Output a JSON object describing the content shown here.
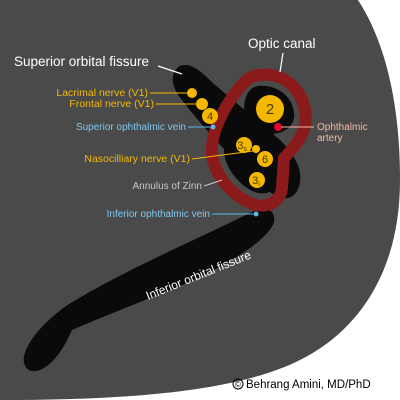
{
  "diagram": {
    "labels": {
      "superior_orbital_fissure": "Superior orbital fissure",
      "optic_canal": "Optic canal",
      "lacrimal_nerve": "Lacrimal nerve (V1)",
      "frontal_nerve": "Frontal nerve (V1)",
      "superior_ophthalmic_vein": "Superior ophthalmic vein",
      "ophthalmic_artery_line1": "Ophthalmic",
      "ophthalmic_artery_line2": "artery",
      "nasociliary_nerve": "Nasocilliary nerve (V1)",
      "annulus_of_zinn": "Annulus of Zinn",
      "inferior_ophthalmic_vein": "Inferior ophthalmic vein",
      "inferior_orbital_fissure": "Inferior orbital fissure",
      "credit": "Behrang Amini, MD/PhD",
      "copyright_symbol": "©"
    },
    "nerve_numbers": {
      "optic": "2",
      "trochlear": "4",
      "oculomotor_superior": "3",
      "oculomotor_superior_sub": "s",
      "abducens": "6",
      "oculomotor_inferior": "3",
      "oculomotor_inferior_sub": "i"
    },
    "colors": {
      "background": "#4a4a4a",
      "fissure": "#0a0a0a",
      "annulus": "#8b1a1a",
      "nerve": "#f5b800",
      "vein": "#5db9e8",
      "artery": "#e8002a",
      "artery_label": "#f2b8a8",
      "white_text": "#ffffff",
      "grey_text": "#c8c8c8",
      "nerve_text": "#f5b800",
      "vein_text": "#7fc8ef"
    }
  }
}
